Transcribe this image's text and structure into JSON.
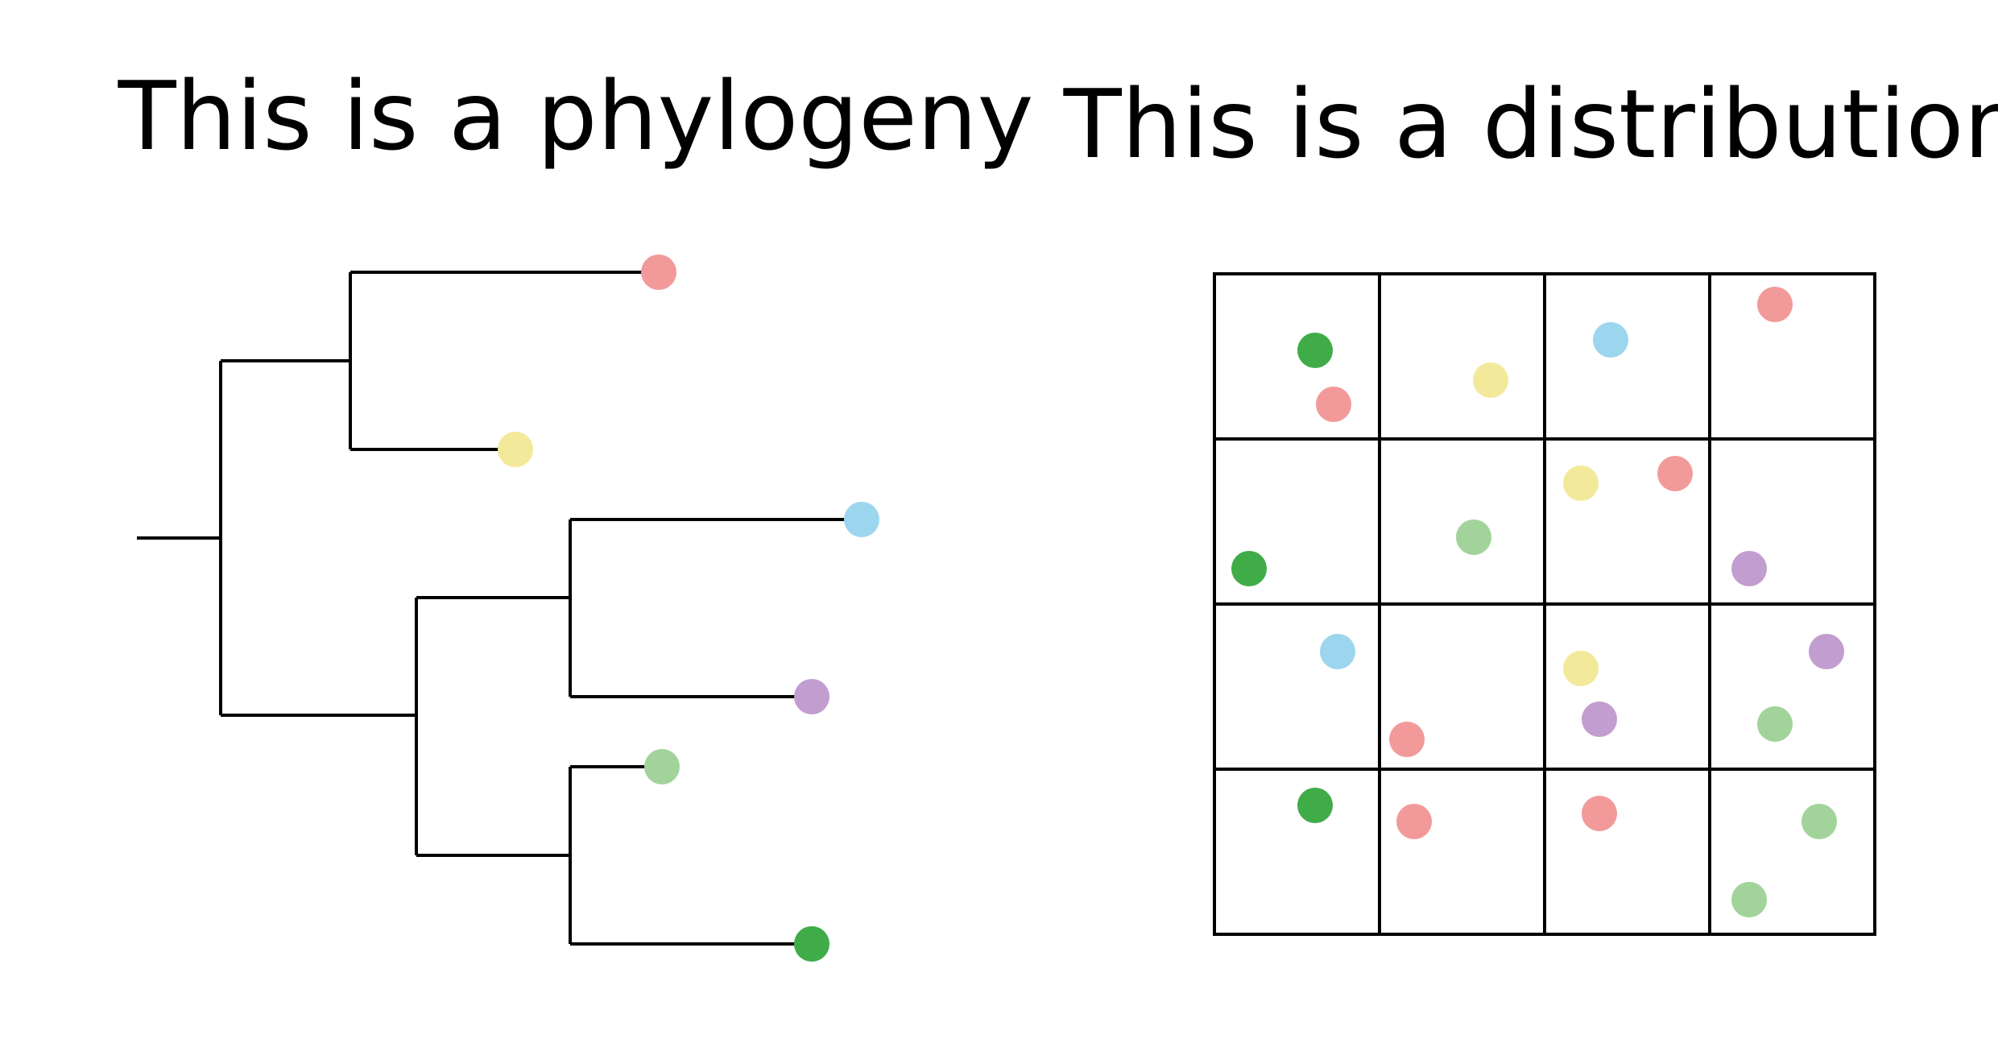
{
  "titles": {
    "phylogeny": "This is a phylogeny",
    "distribution": "This is a distribution"
  },
  "palette": {
    "pink": "#f29a9a",
    "yellow": "#f3e99a",
    "blue": "#9cd6ee",
    "purple": "#c29dcf",
    "lightgreen": "#a1d39a",
    "darkgreen": "#3fac48"
  },
  "phylogeny": {
    "tips": [
      "pink",
      "yellow",
      "blue",
      "purple",
      "lightgreen",
      "darkgreen"
    ]
  },
  "distribution": {
    "rows": 4,
    "cols": 4,
    "cells": [
      [
        [
          "darkgreen",
          "pink"
        ],
        [
          "yellow"
        ],
        [
          "blue"
        ],
        [
          "pink"
        ]
      ],
      [
        [
          "darkgreen"
        ],
        [
          "lightgreen"
        ],
        [
          "yellow",
          "pink"
        ],
        [
          "purple"
        ]
      ],
      [
        [
          "blue"
        ],
        [
          "pink"
        ],
        [
          "yellow",
          "purple"
        ],
        [
          "purple",
          "lightgreen"
        ]
      ],
      [
        [
          "darkgreen"
        ],
        [
          "pink"
        ],
        [
          "pink"
        ],
        [
          "lightgreen",
          "lightgreen"
        ]
      ]
    ]
  }
}
